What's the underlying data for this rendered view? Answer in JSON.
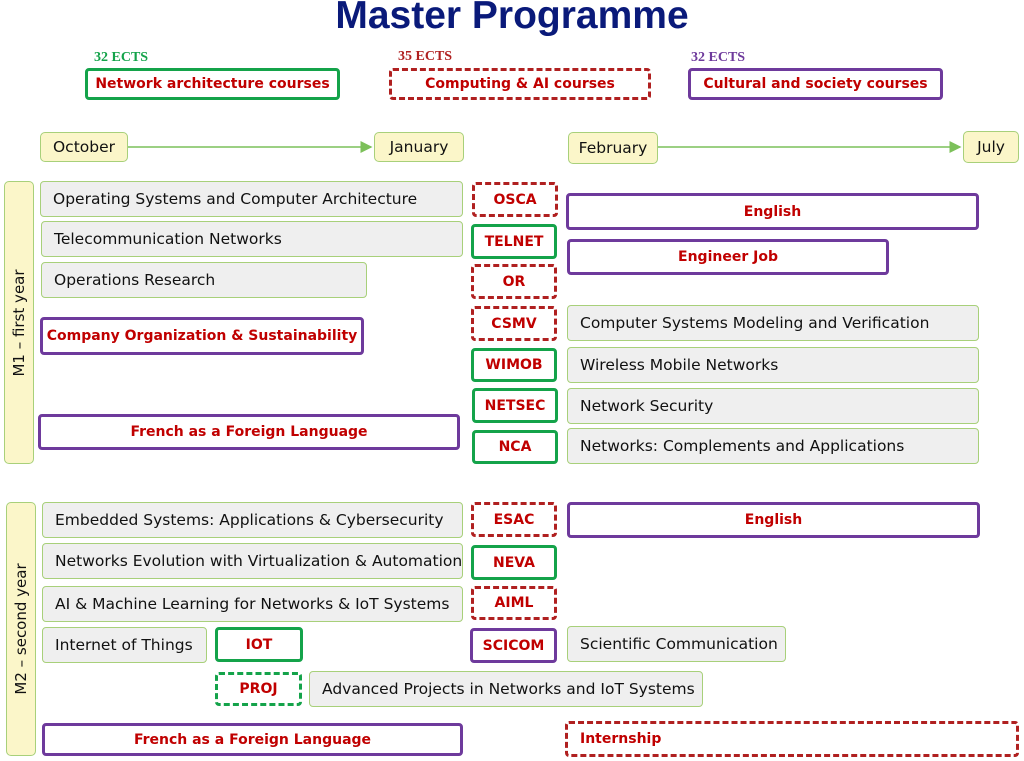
{
  "title": "Master Programme",
  "legend": [
    {
      "ects": "32 ECTS",
      "label": "Network architecture courses",
      "color": "#14a34a"
    },
    {
      "ects": "35 ECTS",
      "label": "Computing & AI courses",
      "color": "#b02020"
    },
    {
      "ects": "32 ECTS",
      "label": "Cultural and society courses",
      "color": "#6e3a9c"
    }
  ],
  "timeline": {
    "start1": "October",
    "end1": "January",
    "start2": "February",
    "end2": "July"
  },
  "years": {
    "m1": "M1 – first year",
    "m2": "M2 – second year"
  },
  "m1": {
    "left": [
      "Operating Systems and Computer Architecture",
      "Telecommunication Networks",
      "Operations Research",
      "Company Organization & Sustainability",
      "French as a Foreign Language"
    ],
    "codes": [
      "OSCA",
      "TELNET",
      "OR",
      "CSMV",
      "WIMOB",
      "NETSEC",
      "NCA"
    ],
    "right": [
      "English",
      "Engineer Job",
      "Computer Systems Modeling and Verification",
      "Wireless Mobile Networks",
      "Network Security",
      "Networks: Complements and Applications"
    ]
  },
  "m2": {
    "left": [
      "Embedded Systems: Applications & Cybersecurity",
      "Networks Evolution with Virtualization & Automation",
      "AI & Machine Learning for Networks & IoT Systems",
      "Internet of Things",
      "Advanced Projects in Networks and IoT Systems",
      "French as a Foreign Language"
    ],
    "codes": [
      "ESAC",
      "NEVA",
      "AIML",
      "SCICOM",
      "IOT",
      "PROJ"
    ],
    "right": [
      "English",
      "Scientific Communication",
      "Internship"
    ]
  }
}
